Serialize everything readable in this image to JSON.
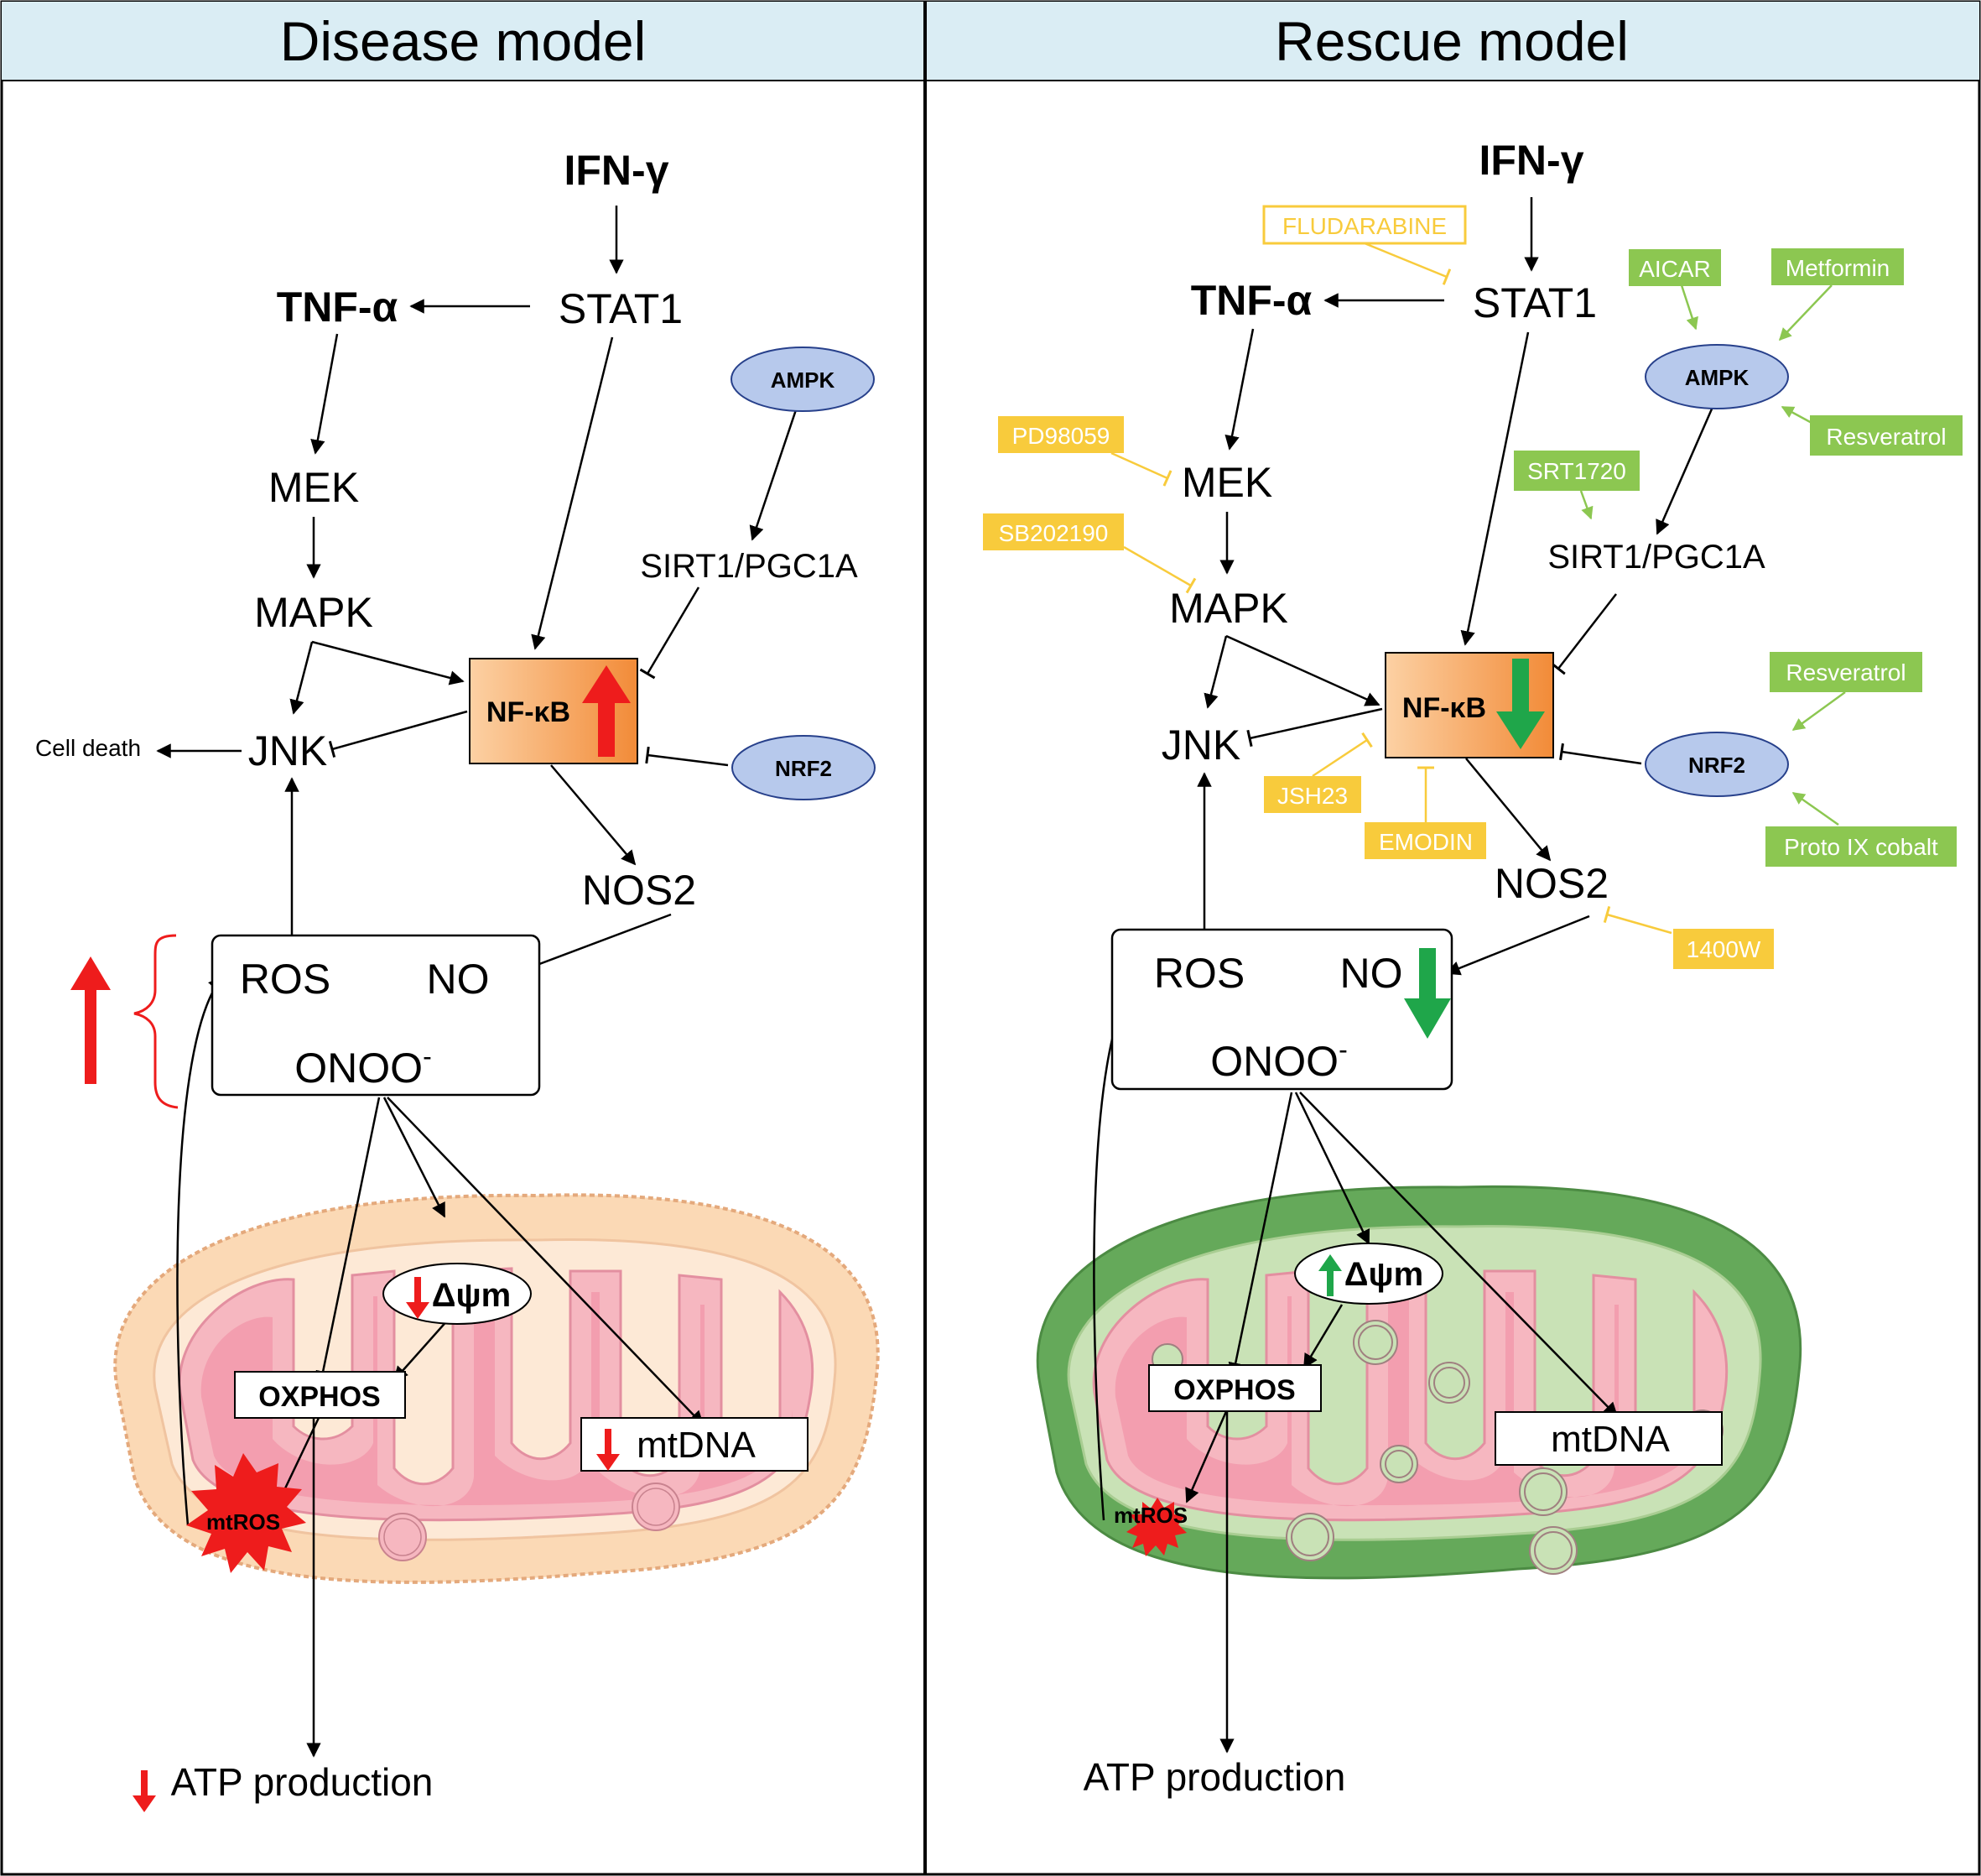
{
  "panels": {
    "disease": {
      "title": "Disease model"
    },
    "rescue": {
      "title": "Rescue model"
    }
  },
  "nodes": {
    "ifng": "IFN-γ",
    "stat1": "STAT1",
    "tnfa": "TNF-α",
    "mek": "MEK",
    "mapk": "MAPK",
    "jnk": "JNK",
    "nfkb": "NF-κB",
    "ampk": "AMPK",
    "sirt": "SIRT1/PGC1A",
    "nrf2": "NRF2",
    "nos2": "NOS2",
    "ros": "ROS",
    "no": "NO",
    "onoo": "ONOO",
    "onoo_sup": "-",
    "dpsi": "Δψm",
    "oxphos": "OXPHOS",
    "mtdna": "mtDNA",
    "mtros": "mtROS",
    "atp": "ATP production",
    "celldeath": "Cell death"
  },
  "inhibitors": {
    "fludarabine": "FLUDARABINE",
    "pd98059": "PD98059",
    "sb202190": "SB202190",
    "jsh23": "JSH23",
    "emodin": "EMODIN",
    "w1400": "1400W"
  },
  "activators": {
    "aicar": "AICAR",
    "metformin": "Metformin",
    "resveratrol_ampk": "Resveratrol",
    "srt1720": "SRT1720",
    "resveratrol_nrf2": "Resveratrol",
    "protoix": "Proto IX cobalt"
  },
  "colors": {
    "header_bg": "#daedf4",
    "nfkb_fill_light": "#fcd1a4",
    "nfkb_fill_dark": "#f28b38",
    "oval_fill": "#b7c9ec",
    "oval_stroke": "#27408b",
    "inhibitor": "#f8cb3c",
    "activator": "#8cc751",
    "up_red": "#ee1c1c",
    "down_green": "#1fa64a",
    "mito_outer_disease": "#fbd9b5",
    "mito_outer_rescue": "#65a95a",
    "mito_inner_pink": "#f6b7c0",
    "mito_matrix_pink": "#f08aa0"
  }
}
